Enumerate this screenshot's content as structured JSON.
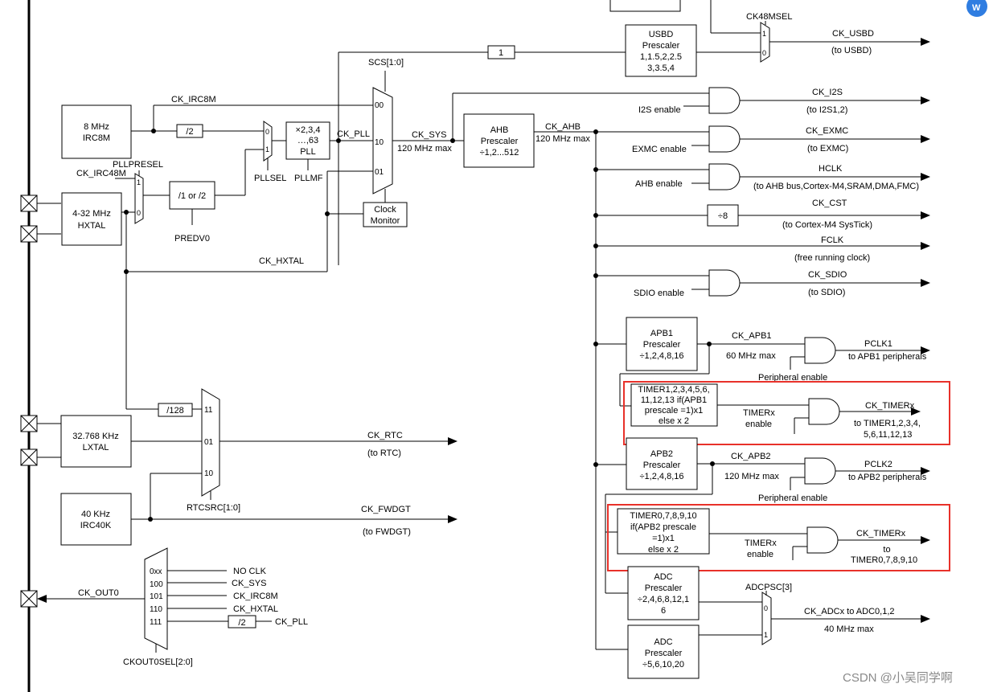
{
  "clock_tree": {
    "ck_irc8m_top": "CK_IRC8M",
    "scs": "SCS[1:0]",
    "irc8m_box": [
      "8 MHz",
      "IRC8M"
    ],
    "div2": "/2",
    "pll_box": [
      "×2,3,4",
      "…,63",
      "PLL"
    ],
    "pllsel": "PLLSEL",
    "pllmf": "PLLMF",
    "pllpresel": "PLLPRESEL",
    "ck_irc48m": "CK_IRC48M",
    "div1or2": "/1 or /2",
    "predv0": "PREDV0",
    "hxtal_box": [
      "4-32 MHz",
      "HXTAL"
    ],
    "ck_hxtal": "CK_HXTAL",
    "ck_pll": "CK_PLL",
    "ck_sys": "CK_SYS",
    "sys_max": "120 MHz max",
    "clock_monitor": [
      "Clock",
      "Monitor"
    ],
    "ahb_box": [
      "AHB",
      "Prescaler",
      "÷1,2...512"
    ],
    "ck_ahb": "CK_AHB",
    "ahb_max": "120 MHz max",
    "one_box": "1",
    "usbd_box": [
      "USBD",
      "Prescaler",
      "1,1.5,2,2.5",
      "3,3.5,4"
    ],
    "ck48msel": "CK48MSEL",
    "ck_usbd": "CK_USBD",
    "to_usbd": "(to USBD)",
    "i2s_enable": "I2S enable",
    "ck_i2s": "CK_I2S",
    "to_i2s": "(to I2S1,2)",
    "exmc_enable": "EXMC enable",
    "ck_exmc": "CK_EXMC",
    "to_exmc": "(to EXMC)",
    "ahb_enable": "AHB enable",
    "hclk": "HCLK",
    "to_ahb": "(to AHB bus,Cortex-M4,SRAM,DMA,FMC)",
    "div8": "÷8",
    "ck_cst": "CK_CST",
    "to_systick": "(to Cortex-M4 SysTick)",
    "fclk": "FCLK",
    "free_running": "(free running clock)",
    "sdio_enable": "SDIO enable",
    "ck_sdio": "CK_SDIO",
    "to_sdio": "(to SDIO)",
    "apb1_box": [
      "APB1",
      "Prescaler",
      "÷1,2,4,8,16"
    ],
    "ck_apb1": "CK_APB1",
    "apb1_max": "60 MHz max",
    "pclk1": "PCLK1",
    "to_apb1": "to APB1 peripherals",
    "periph_enable_1": "Peripheral enable",
    "timer1_box": [
      "TIMER1,2,3,4,5,6,",
      "11,12,13 if(APB1",
      "prescale =1)x1",
      "else x 2"
    ],
    "timerx_enable_1": [
      "TIMERx",
      "enable"
    ],
    "ck_timerx_1": "CK_TIMERx",
    "to_timer1": [
      "to TIMER1,2,3,4,",
      "5,6,11,12,13"
    ],
    "apb2_box": [
      "APB2",
      "Prescaler",
      "÷1,2,4,8,16"
    ],
    "ck_apb2": "CK_APB2",
    "apb2_max": "120 MHz max",
    "pclk2": "PCLK2",
    "to_apb2": "to APB2 peripherals",
    "periph_enable_2": "Peripheral enable",
    "timer0_box": [
      "TIMER0,7,8,9,10",
      "if(APB2 prescale",
      "=1)x1",
      "else x 2"
    ],
    "timerx_enable_2": [
      "TIMERx",
      "enable"
    ],
    "ck_timerx_2": "CK_TIMERx",
    "to_timer0": [
      "to",
      "TIMER0,7,8,9,10"
    ],
    "adc_box1": [
      "ADC",
      "Prescaler",
      "÷2,4,6,8,12,1",
      "6"
    ],
    "adcpsc": "ADCPSC[3]",
    "ck_adcx": "CK_ADCx to ADC0,1,2",
    "adc_max": "40 MHz max",
    "adc_box2": [
      "ADC",
      "Prescaler",
      "÷5,6,10,20"
    ],
    "div128": "/128",
    "lxtal_box": [
      "32.768 KHz",
      "LXTAL"
    ],
    "ck_rtc": "CK_RTC",
    "to_rtc": "(to RTC)",
    "rtcsrc": "RTCSRC[1:0]",
    "irc40k_box": [
      "40 KHz",
      "IRC40K"
    ],
    "ck_fwdgt": "CK_FWDGT",
    "to_fwdgt": "(to FWDGT)",
    "ck_out0": "CK_OUT0",
    "ckout_sel_codes": [
      "0xx",
      "100",
      "101",
      "110",
      "111"
    ],
    "ckout_sources": [
      "NO CLK",
      "CK_SYS",
      "CK_IRC8M",
      "CK_HXTAL",
      "CK_PLL"
    ],
    "div2_out": "/2",
    "ckout0sel": "CKOUT0SEL[2:0]",
    "mux_labels": {
      "scs": [
        "00",
        "10",
        "01"
      ],
      "ck48msel": [
        "1",
        "0"
      ],
      "pllsel": [
        "0",
        "1"
      ],
      "pllpresel": [
        "1",
        "0"
      ],
      "rtc": [
        "11",
        "01",
        "10"
      ],
      "adc": [
        "0",
        "1"
      ]
    },
    "watermark": "CSDN @小吴同学啊"
  }
}
